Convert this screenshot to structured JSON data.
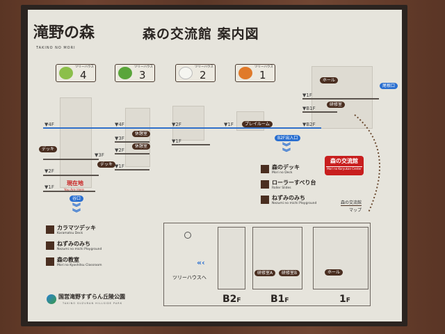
{
  "logo": {
    "title": "滝野の森",
    "subtitle": "TAKINO NO MORI"
  },
  "title": "森の交流館 案内図",
  "treehouses": [
    {
      "caption": "ツリーハウス",
      "number": "4",
      "color": "#8cbf4a"
    },
    {
      "caption": "ツリーハウス",
      "number": "3",
      "color": "#5aa53a"
    },
    {
      "caption": "ツリーハウス",
      "number": "2",
      "color": "#f5f5f0"
    },
    {
      "caption": "ツリーハウス",
      "number": "1",
      "color": "#e07a2a"
    }
  ],
  "levels": {
    "b1": [
      "▼4F",
      "▼3F",
      "▼2F",
      "▼1F"
    ],
    "b2": [
      "▼4F",
      "▼3F",
      "▼2F",
      "▼1F"
    ],
    "b3": [
      "▼2F",
      "▼1F"
    ],
    "b4": [
      "▼1F"
    ],
    "b5": [
      "▼1F",
      "▼B1F",
      "▼B2F"
    ]
  },
  "labels": {
    "deck": "デッキ",
    "rest": "休憩室",
    "playroom": "プレイルーム",
    "hall": "ホール",
    "training": "研修室",
    "ridge_entrance": "尾根口",
    "b2f_entrance": "B2F出入口",
    "valley_entrance": "谷口",
    "you_are_here": "現在地",
    "you_are_here_en": "You Are Here"
  },
  "center": {
    "name": "森の交流館",
    "en": "Mori no Koryukan Center",
    "map_label": "森の交流館",
    "map_label2": "マップ"
  },
  "legend_right": [
    {
      "jp": "森のデッキ",
      "en": "Mori no Deck"
    },
    {
      "jp": "ローラーすべり台",
      "en": "Roller Slides"
    },
    {
      "jp": "ねずみのみち",
      "en": "Nezumi no michi Playground"
    }
  ],
  "legend_left": [
    {
      "jp": "カラマツデッキ",
      "en": "Karamatsu Deck"
    },
    {
      "jp": "ねずみのみち",
      "en": "Nezumi no michi Playground"
    },
    {
      "jp": "森の教室",
      "en": "Mori no Kyoshitsu Classroom"
    }
  ],
  "floorplan": {
    "to_treehouse": "ツリーハウスへ",
    "rooms": [
      "研修室A",
      "研修室B",
      "ホール"
    ],
    "floors": [
      {
        "main": "B2",
        "suffix": "F"
      },
      {
        "main": "B1",
        "suffix": "F"
      },
      {
        "main": "1",
        "suffix": "F"
      }
    ]
  },
  "park": {
    "name": "国営滝野すずらん丘陵公園",
    "en": "TAKINO SUZURAN HILLSIDE PARK"
  }
}
